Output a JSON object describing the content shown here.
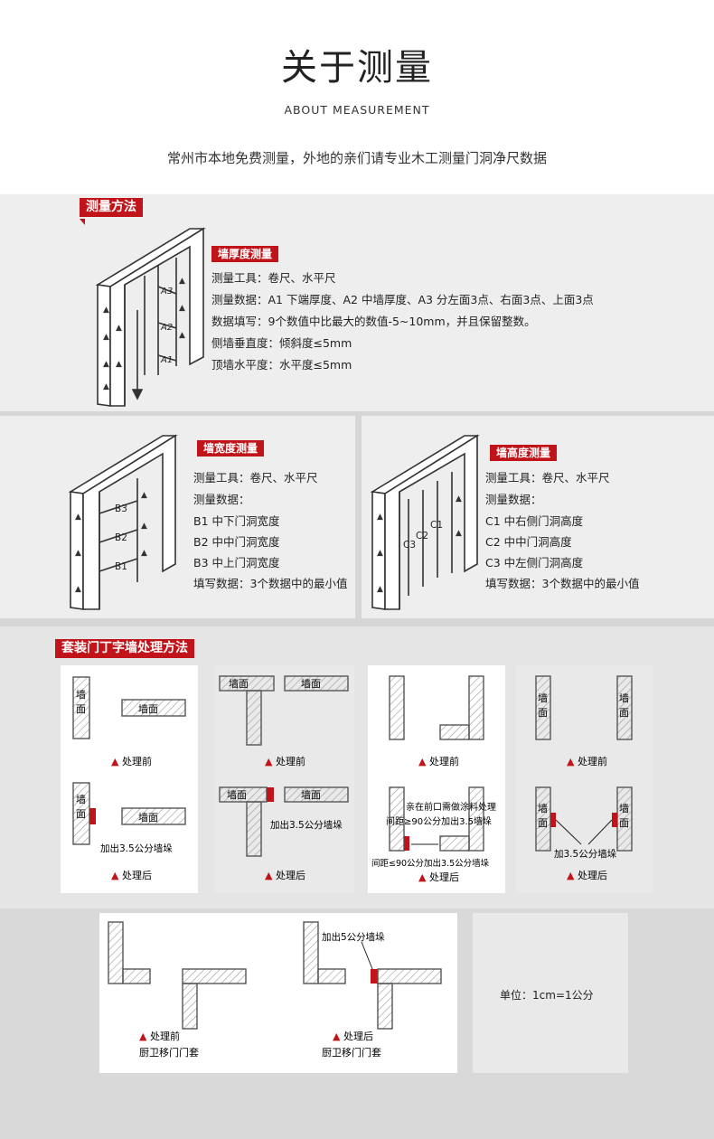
{
  "header": {
    "title": "关于测量",
    "subtitle": "ABOUT MEASUREMENT",
    "intro": "常州市本地免费测量，外地的亲们请专业木工测量门洞净尺数据"
  },
  "measure": {
    "section_label": "测量方法",
    "thickness": {
      "label": "墙厚度测量",
      "lines": [
        "测量工具：卷尺、水平尺",
        "测量数据：A1 下端厚度、A2 中墙厚度、A3 分左面3点、右面3点、上面3点",
        "数据填写：9个数值中比最大的数值-5~10mm，并且保留整数。",
        "侧墙垂直度：倾斜度≤5mm",
        "顶墙水平度：水平度≤5mm"
      ],
      "markers": [
        "A3",
        "A2",
        "A1"
      ]
    },
    "width": {
      "label": "墙宽度测量",
      "lines": [
        "测量工具：卷尺、水平尺",
        "测量数据：",
        "B1 中下门洞宽度",
        "B2 中中门洞宽度",
        "B3 中上门洞宽度",
        "填写数据：3个数据中的最小值"
      ],
      "markers": [
        "B3",
        "B2",
        "B1"
      ]
    },
    "height": {
      "label": "墙高度测量",
      "lines": [
        "测量工具：卷尺、水平尺",
        "测量数据：",
        "C1 中右侧门洞高度",
        "C2 中中门洞高度",
        "C3 中左侧门洞高度",
        "填写数据：3个数据中的最小值"
      ],
      "markers": [
        "C1",
        "C2",
        "C3"
      ]
    }
  },
  "tjoint": {
    "section_label": "套装门丁字墙处理方法",
    "wall_text": "墙面",
    "wall_char_1": "墙",
    "wall_char_2": "面",
    "before": "处理前",
    "after": "处理后",
    "add35": "加出3.5公分墙垛",
    "add35_short": "加3.5公分墙垛",
    "note_a": "亲在前口需做涂料处理",
    "note_b": "间距≥90公分加出3.5墙垛",
    "note_c": "间距≤90公分加出3.5公分墙垛"
  },
  "kitchen": {
    "before": "处理前",
    "after": "处理后",
    "caption": "厨卫移门门套",
    "add5": "加出5公分墙垛",
    "unit": "单位：1cm=1公分"
  },
  "colors": {
    "accent": "#c0141a",
    "panel_bg": "#eeeeee",
    "section_bg": "#d6d6d6"
  }
}
